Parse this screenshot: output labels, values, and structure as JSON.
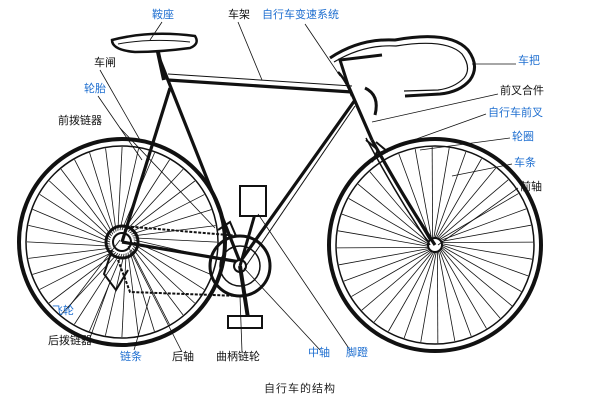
{
  "diagram": {
    "caption": "自行车的结构",
    "labels": {
      "saddle": "鞍座",
      "frame": "车架",
      "derailleur_system": "自行车变速系统",
      "brake": "车闸",
      "tire": "轮胎",
      "front_derailleur": "前拨链器",
      "handlebar": "车把",
      "fork_crown": "前叉合件",
      "front_fork": "自行车前叉",
      "rim": "轮圈",
      "spoke": "车条",
      "front_axle": "前轴",
      "freewheel": "飞轮",
      "rear_derailleur": "后拨链器",
      "chain": "链条",
      "rear_axle": "后轴",
      "crankset": "曲柄链轮",
      "bottom_bracket": "中轴",
      "pedal": "脚蹬"
    },
    "colors": {
      "line": "#111111",
      "blue_label": "#1f6fd0",
      "black_label": "#111111"
    }
  }
}
